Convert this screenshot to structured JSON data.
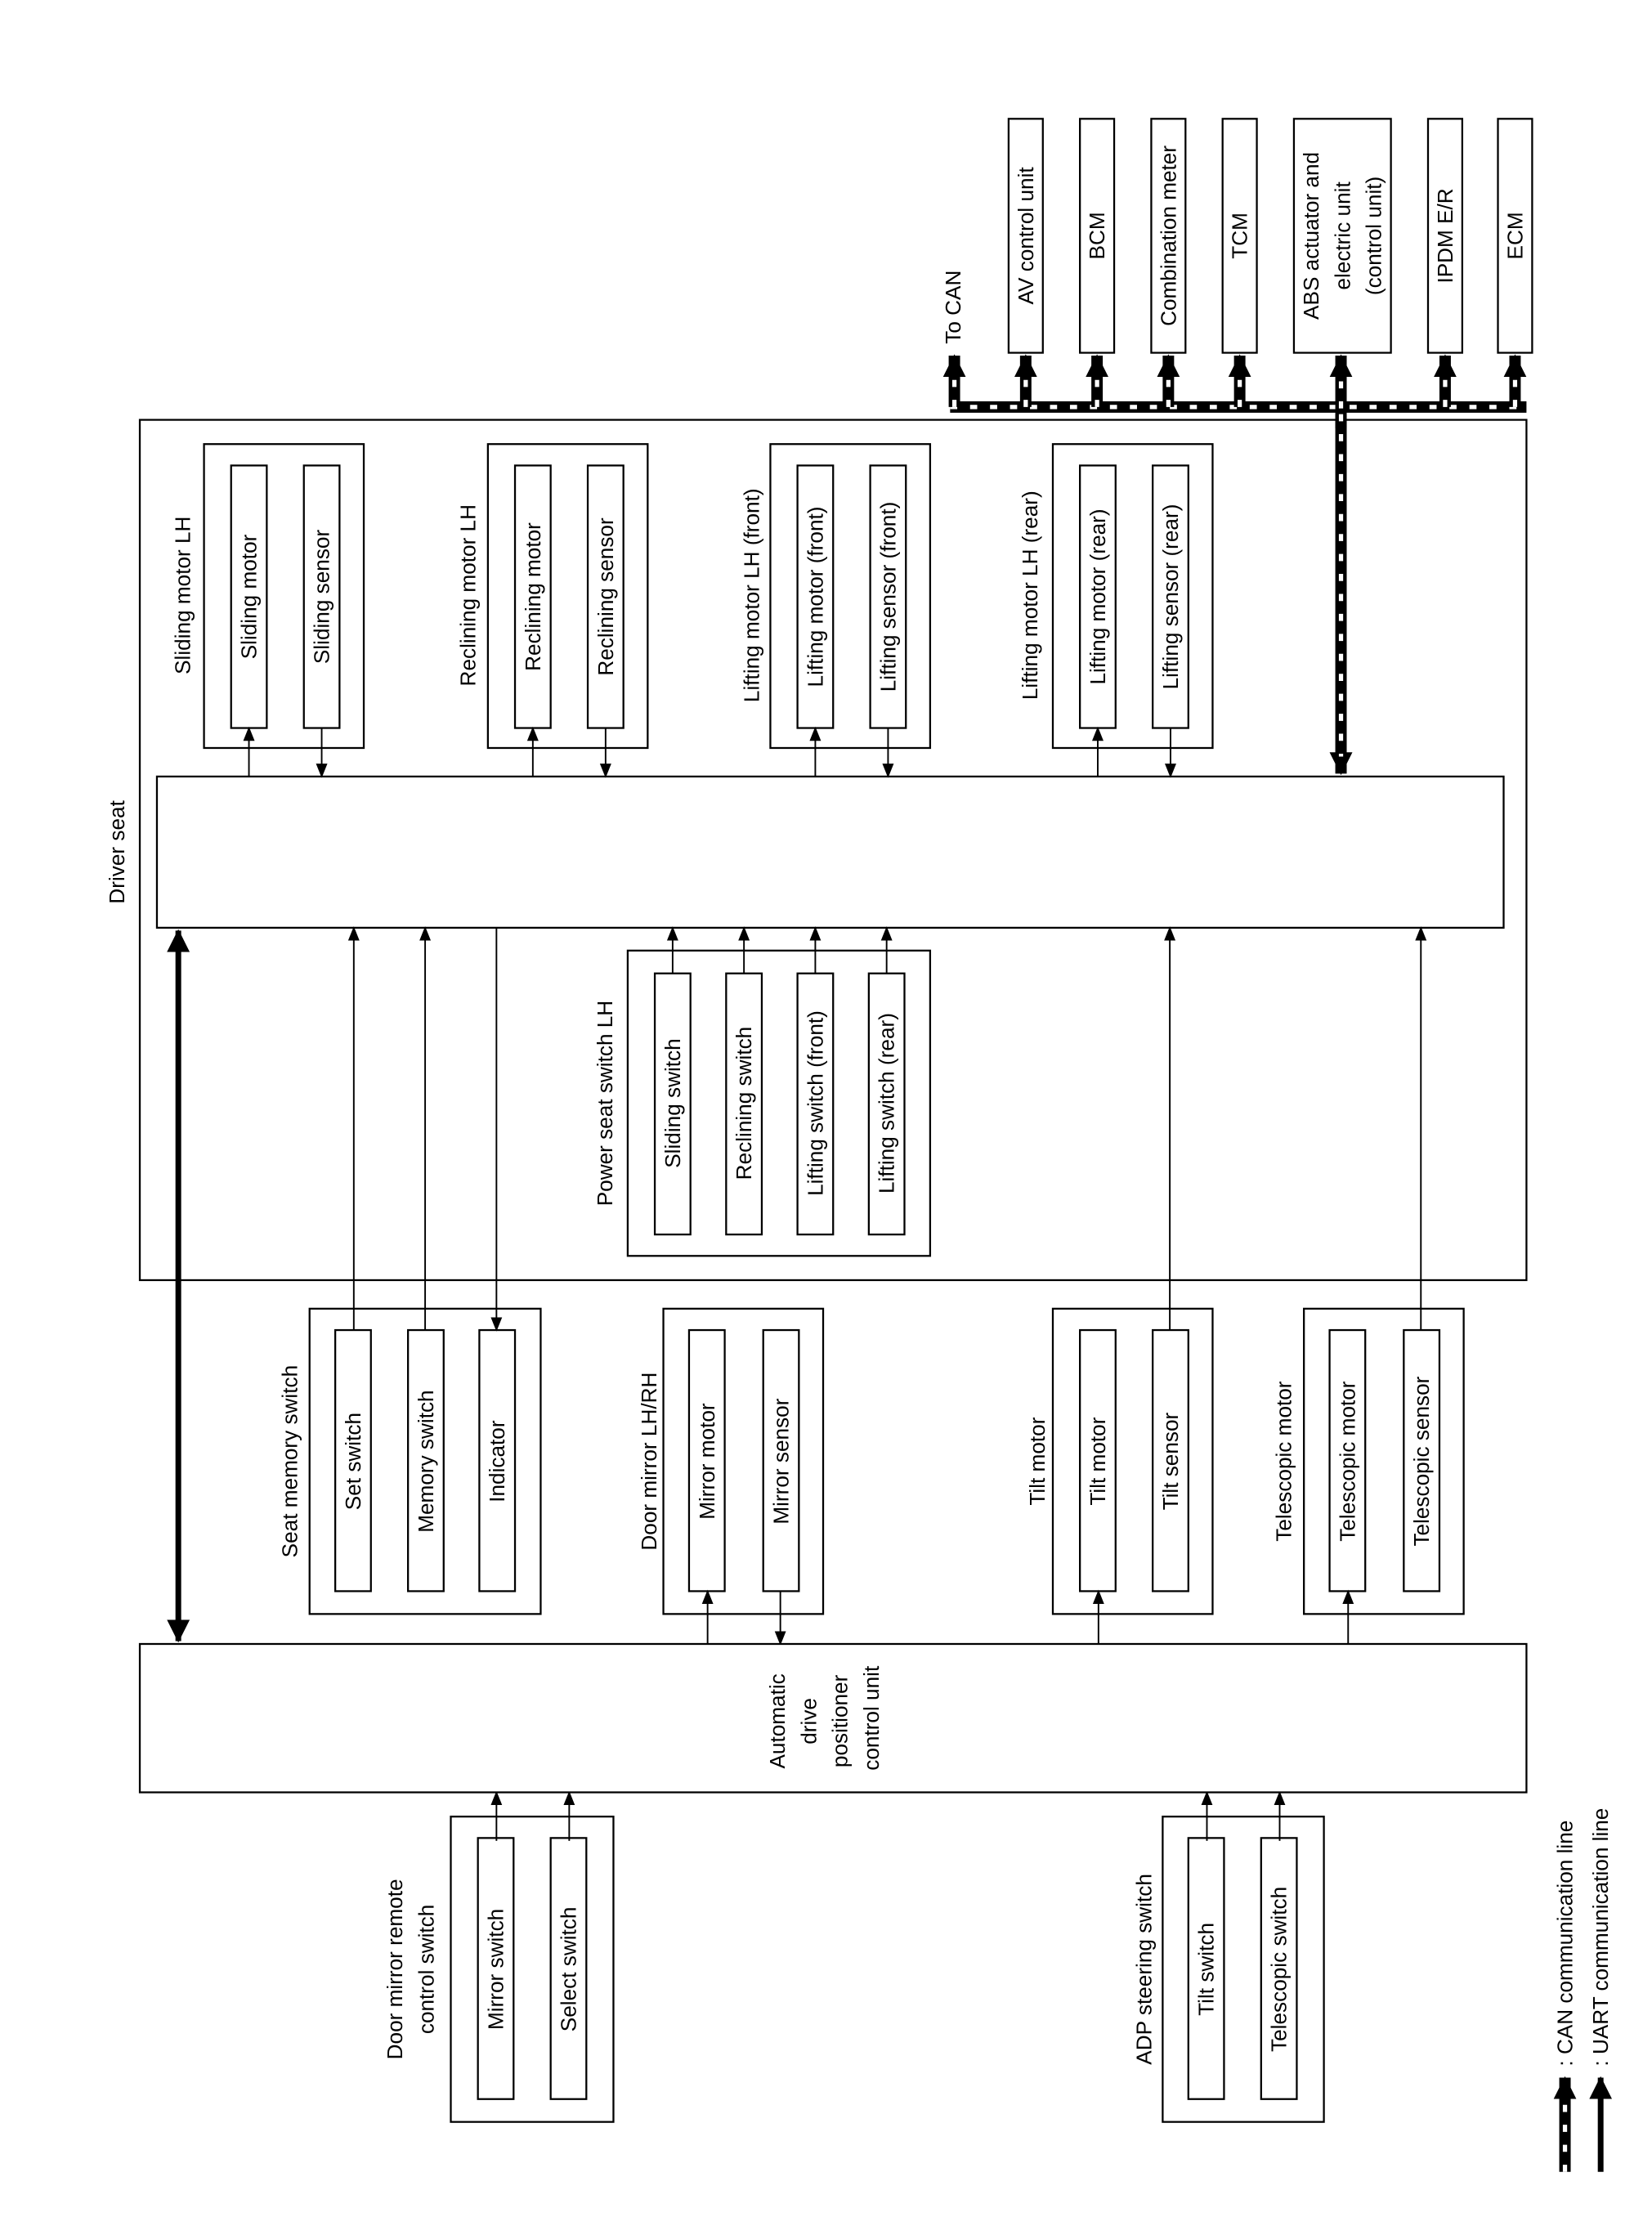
{
  "driver_seat": {
    "label": "Driver seat",
    "sliding_motor": {
      "label": "Sliding motor LH",
      "motor": "Sliding motor",
      "sensor": "Sliding sensor"
    },
    "reclining_motor": {
      "label": "Reclining motor LH",
      "motor": "Reclining motor",
      "sensor": "Reclining sensor"
    },
    "lifting_front": {
      "label": "Lifting motor LH (front)",
      "motor": "Lifting motor (front)",
      "sensor": "Lifting sensor (front)"
    },
    "lifting_rear": {
      "label": "Lifting motor LH (rear)",
      "motor": "Lifting motor (rear)",
      "sensor": "Lifting sensor (rear)"
    },
    "power_seat_switch": {
      "label": "Power seat switch LH",
      "items": [
        "Sliding switch",
        "Reclining switch",
        "Lifting switch (front)",
        "Lifting switch (rear)"
      ]
    }
  },
  "can_units": [
    "AV control unit",
    "BCM",
    "Combination meter",
    "TCM",
    [
      "ABS actuator and",
      "electric unit",
      "(control unit)"
    ],
    "IPDM E/R",
    "ECM"
  ],
  "to_can": "To CAN",
  "seat_memory_switch": {
    "label": "Seat memory switch",
    "items": [
      "Set switch",
      "Memory switch",
      "Indicator"
    ]
  },
  "door_mirror": {
    "label": "Door mirror LH/RH",
    "items": [
      "Mirror motor",
      "Mirror sensor"
    ]
  },
  "tilt_motor": {
    "label": "Tilt motor",
    "items": [
      "Tilt motor",
      "Tilt sensor"
    ]
  },
  "telescopic_motor": {
    "label": "Telescopic motor",
    "items": [
      "Telescopic motor",
      "Telescopic sensor"
    ]
  },
  "adp_unit": {
    "lines": [
      "Automatic",
      "drive",
      "positioner",
      "control unit"
    ]
  },
  "door_mirror_remote": {
    "label": [
      "Door mirror remote",
      "control switch"
    ],
    "items": [
      "Mirror switch",
      "Select switch"
    ]
  },
  "adp_steering_switch": {
    "label": "ADP steering switch",
    "items": [
      "Tilt switch",
      "Telescopic switch"
    ]
  },
  "legend": {
    "can": ": CAN communication line",
    "uart": ": UART communication line"
  }
}
